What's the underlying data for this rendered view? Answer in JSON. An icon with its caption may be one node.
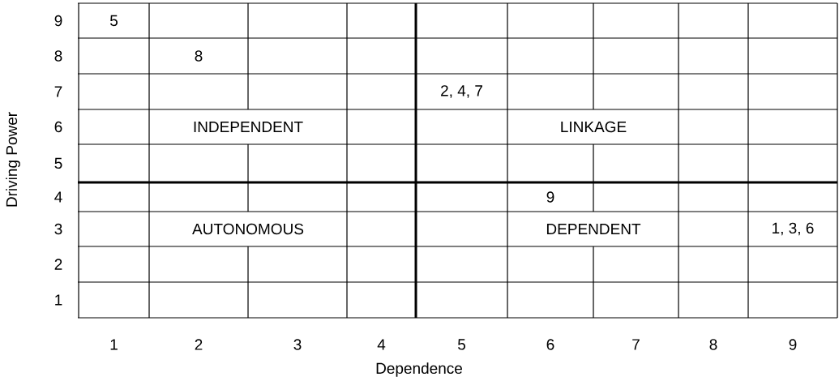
{
  "diagram": {
    "labels": [
      "9",
      "5",
      "8",
      "8",
      "7",
      "2, 4, 7",
      "6",
      "INDEPENDENT",
      "LINKAGE",
      "5",
      "4",
      "9",
      "3",
      "AUTONOMOUS",
      "DEPENDENT",
      "1, 3, 6",
      "2",
      "1",
      "1",
      "2",
      "3",
      "4",
      "5",
      "6",
      "7",
      "8",
      "9",
      "Dependence",
      "Driving Power"
    ]
  }
}
